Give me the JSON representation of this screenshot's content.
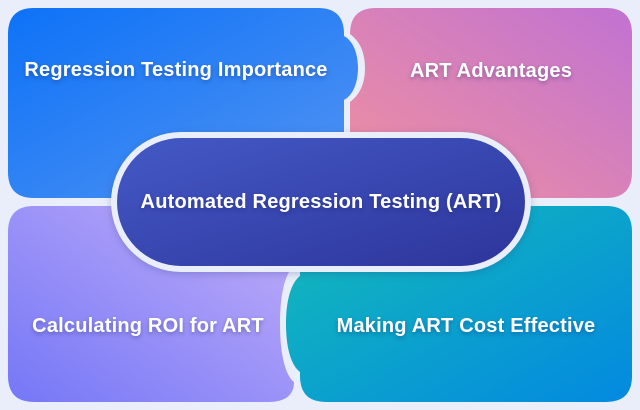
{
  "diagram": {
    "background_color": "#e9eefa",
    "center": {
      "label": "Automated Regression Testing (ART)",
      "color_from": "#4459c6",
      "color_to": "#2d359b",
      "ring_color": "#e9eefa"
    },
    "branches": [
      {
        "id": "top-left",
        "label": "Regression Testing Importance",
        "color_from": "#0d72f7",
        "color_to": "#5494f2"
      },
      {
        "id": "top-right",
        "label": "ART Advantages",
        "color_from": "#f0919f",
        "color_to": "#c172d2"
      },
      {
        "id": "bottom-left",
        "label": "Calculating ROI for ART",
        "color_from": "#7577f7",
        "color_to": "#c2aef8"
      },
      {
        "id": "bottom-right",
        "label": "Making ART Cost Effective",
        "color_from": "#14bcb8",
        "color_to": "#0389e0"
      }
    ],
    "text_color": "#ffffff"
  }
}
